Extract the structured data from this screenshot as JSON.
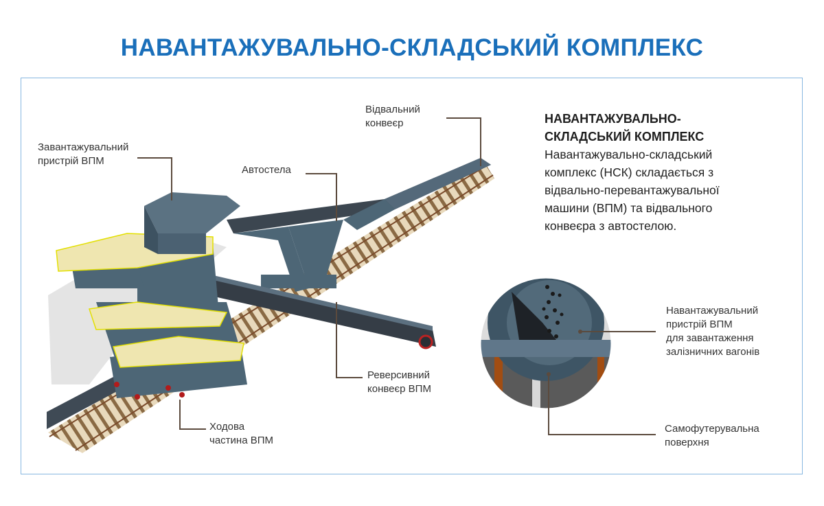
{
  "title": "НАВАНТАЖУВАЛЬНО-СКЛАДСЬКИЙ КОМПЛЕКС",
  "labels": {
    "dump_conveyor": "Відвальний\nконвеєр",
    "loading_device": "Завантажувальний\nпристрій ВПМ",
    "autostela": "Автостела",
    "reversible_conveyor": "Реверсивний\nконвеєр ВПМ",
    "undercarriage": "Ходова\nчастина ВПМ",
    "loading_device_wagons": "Навантажувальний\nпристрій ВПМ\nдля завантаження\nзалізничних вагонів",
    "self_lining_surface": "Самофутерувальна\nповерхня"
  },
  "info": {
    "heading": "НАВАНТАЖУВАЛЬНО-\nСКЛАДСЬКИЙ КОМПЛЕКС",
    "body": "Навантажувально-складський\nкомплекс (НСК) складається з\nвідвально-перевантажувальної\nмашини (ВПМ) та відвального\nконвеєра з автостелою."
  },
  "colors": {
    "title": "#1a6fba",
    "frame": "#86b6e0",
    "leader": "#5b4a3d",
    "steel": "#4d6676",
    "railing": "#e3e000"
  }
}
